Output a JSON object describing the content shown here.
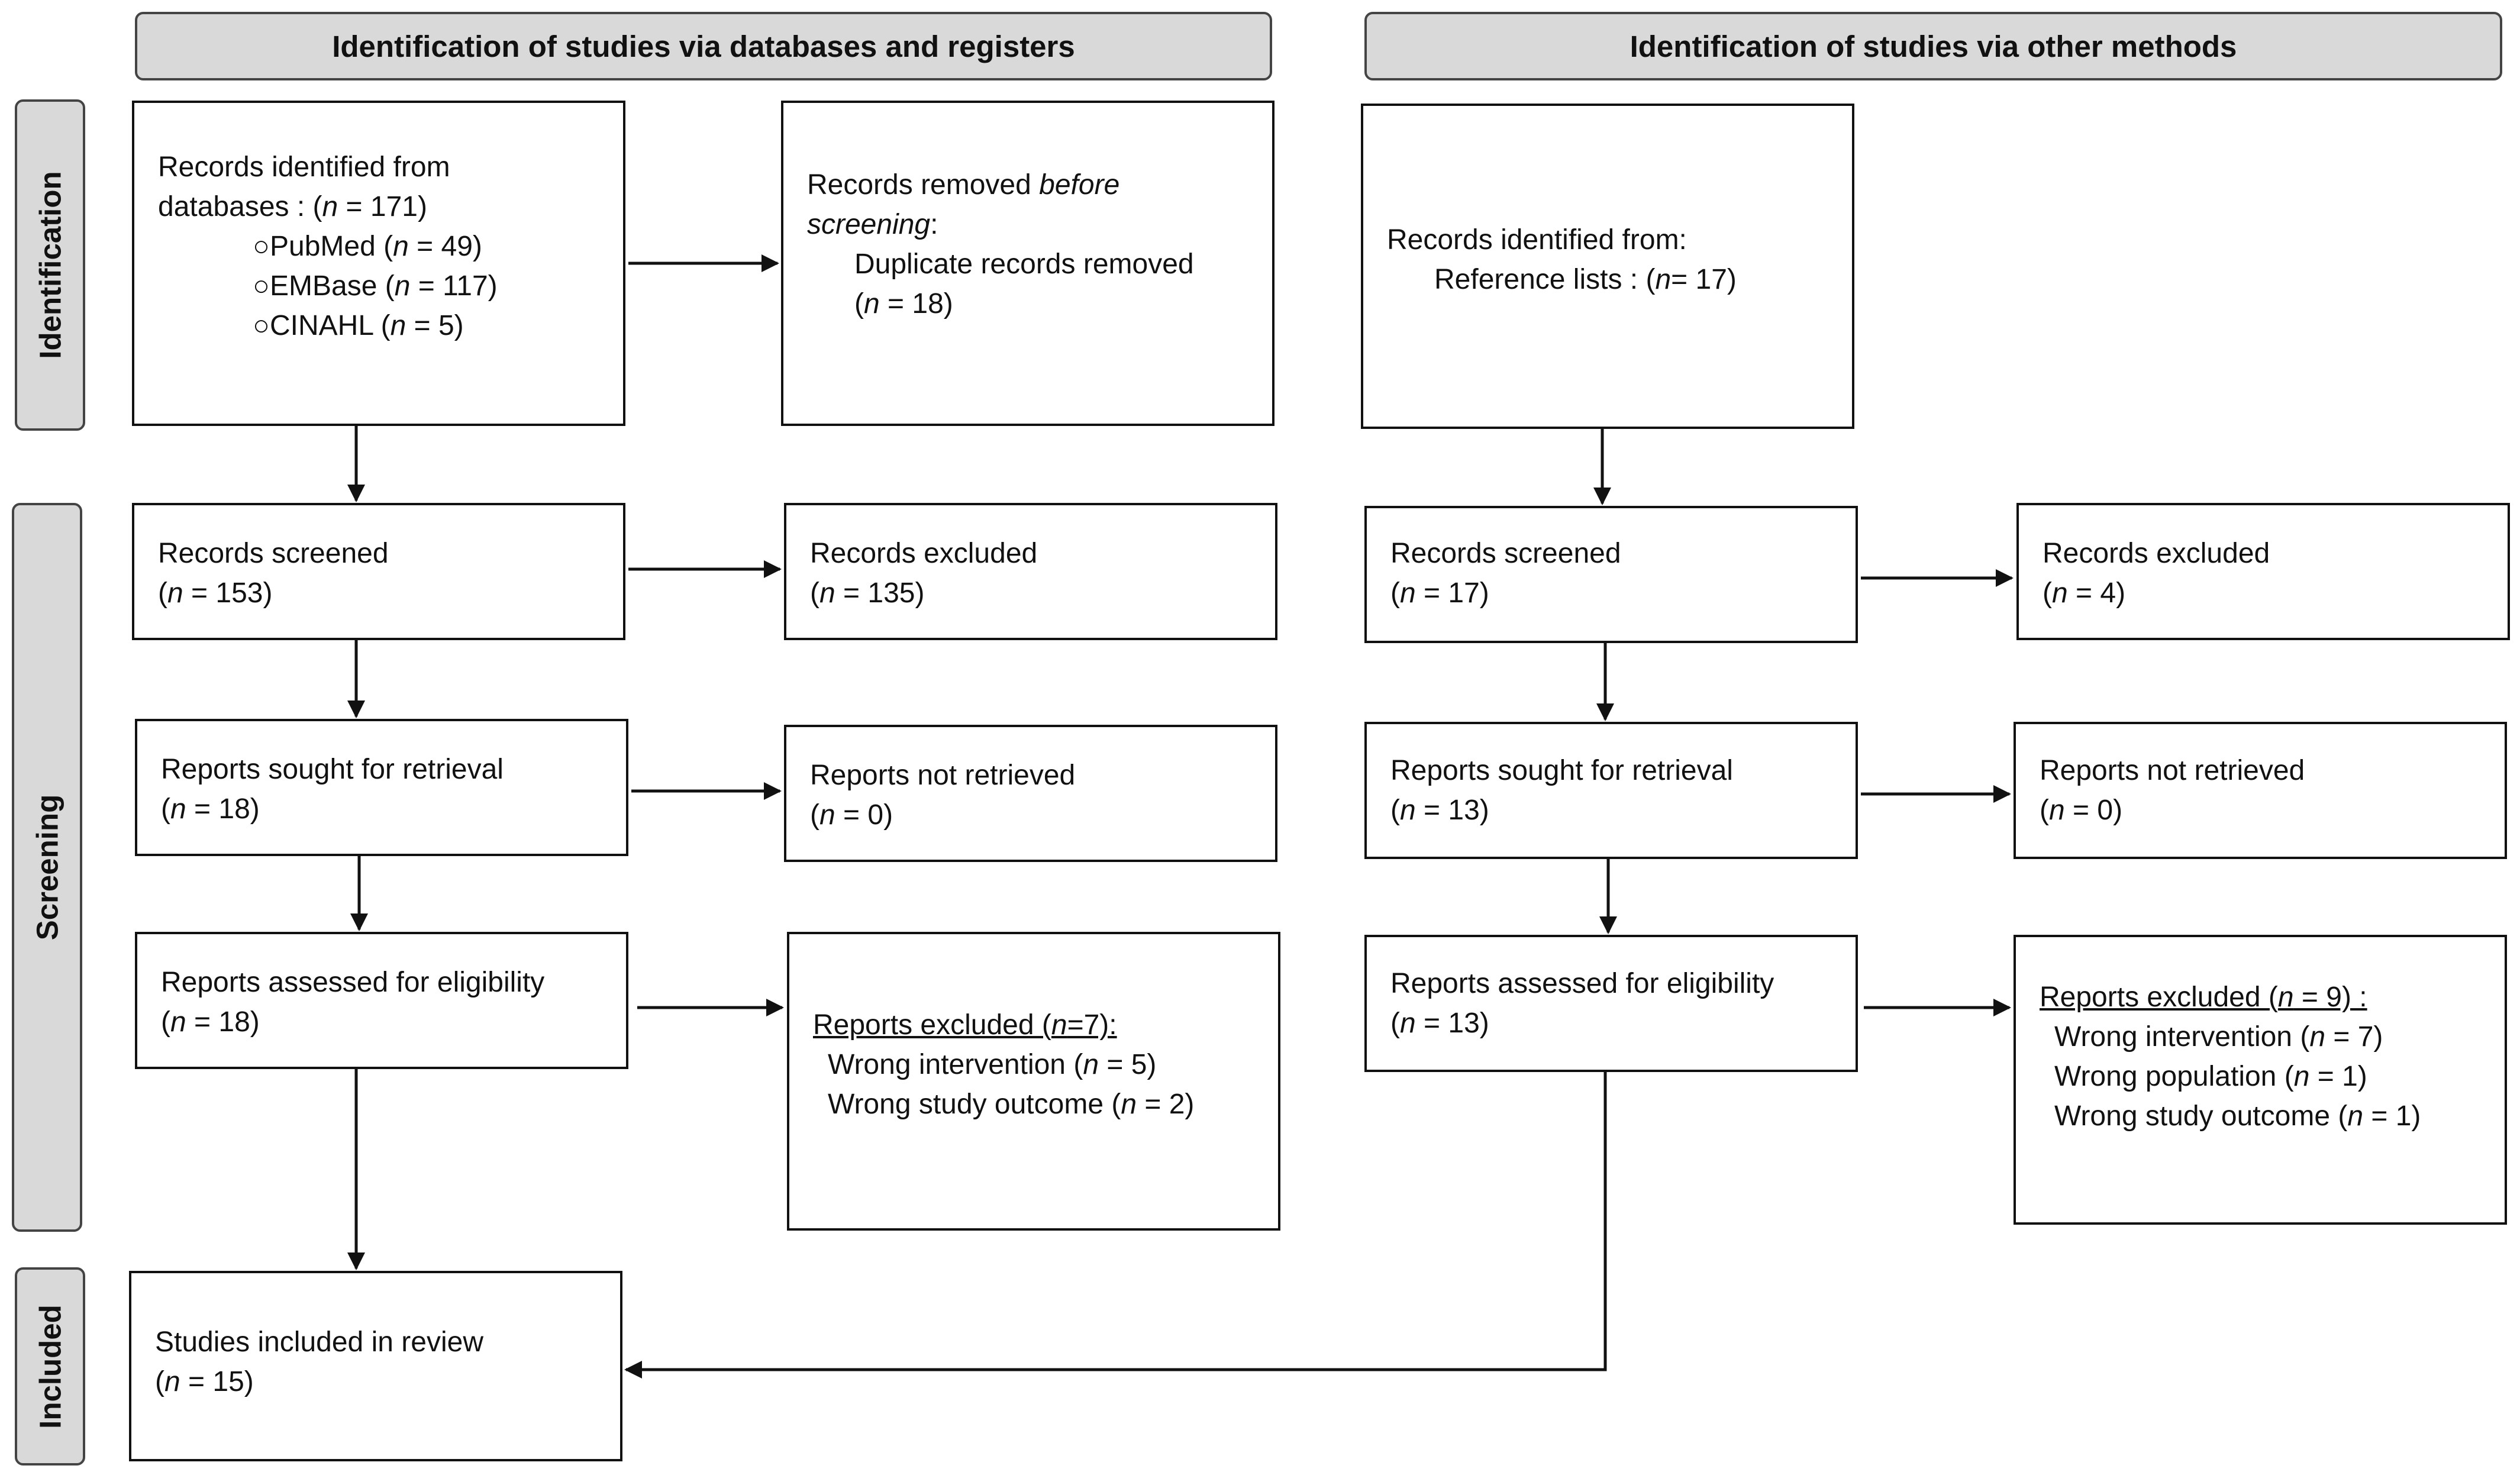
{
  "headers": {
    "databases": "Identification of studies via databases and registers",
    "other": "Identification of studies via other methods"
  },
  "stages": {
    "identification": "Identification",
    "screening": "Screening",
    "included": "Included"
  },
  "left": {
    "identified": {
      "line1": "Records identified from",
      "line2_pre": "databases : (",
      "line2_n": "n",
      "line2_post": " = 171)",
      "pubmed_pre": "○PubMed (",
      "pubmed_n": "n",
      "pubmed_post": " = 49)",
      "embase_pre": "○EMBase (",
      "embase_n": "n",
      "embase_post": " = 117)",
      "cinahl_pre": "○CINAHL (",
      "cinahl_n": "n",
      "cinahl_post": " = 5)"
    },
    "removed": {
      "line1_pre": "Records removed ",
      "line1_em": "before",
      "line2_em": "screening",
      "line2_post": ":",
      "line3": "Duplicate records removed",
      "line4_pre": "(",
      "line4_n": "n",
      "line4_post": " = 18)"
    },
    "screened": {
      "label": "Records screened",
      "pre": "(",
      "n": "n",
      "post": " = 153)"
    },
    "excluded": {
      "label": "Records excluded",
      "pre": "(",
      "n": "n",
      "post": " = 135)"
    },
    "sought": {
      "label": "Reports sought for retrieval",
      "pre": "(",
      "n": "n",
      "post": " = 18)"
    },
    "not_retrieved": {
      "label": "Reports not retrieved",
      "pre": "(",
      "n": "n",
      "post": " = 0)"
    },
    "assessed": {
      "label": "Reports assessed for eligibility",
      "pre": "(",
      "n": "n",
      "post": " = 18)"
    },
    "reports_excluded": {
      "title_pre": "Reports excluded (",
      "title_n": "n",
      "title_post": "=7):",
      "r1_pre": "Wrong intervention (",
      "r1_n": "n",
      "r1_post": " = 5)",
      "r2_pre": "Wrong study outcome (",
      "r2_n": "n",
      "r2_post": " = 2)"
    },
    "included": {
      "label": "Studies included in review",
      "pre": "(",
      "n": "n",
      "post": " = 15)"
    }
  },
  "right": {
    "identified": {
      "line1": "Records identified from:",
      "line2_pre": "Reference lists : (",
      "line2_n": "n",
      "line2_post": "= 17)"
    },
    "screened": {
      "label": "Records screened",
      "pre": "(",
      "n": "n",
      "post": " = 17)"
    },
    "excluded": {
      "label": "Records excluded",
      "pre": "(",
      "n": "n",
      "post": " = 4)"
    },
    "sought": {
      "label": "Reports sought for retrieval",
      "pre": "(",
      "n": "n",
      "post": " = 13)"
    },
    "not_retrieved": {
      "label": "Reports not retrieved",
      "pre": "(",
      "n": "n",
      "post": " = 0)"
    },
    "assessed": {
      "label": "Reports assessed for eligibility",
      "pre": "(",
      "n": "n",
      "post": " = 13)"
    },
    "reports_excluded": {
      "title_pre": "Reports excluded (",
      "title_n": "n",
      "title_post": " = 9) :",
      "r1_pre": "Wrong intervention (",
      "r1_n": "n",
      "r1_post": " = 7)",
      "r2_pre": "Wrong population (",
      "r2_n": "n",
      "r2_post": " = 1)",
      "r3_pre": "Wrong study outcome (",
      "r3_n": "n",
      "r3_post": " = 1)"
    }
  },
  "colors": {
    "stage_fill": "#d9d9d9",
    "stage_border": "#444444",
    "box_border": "#111111"
  }
}
